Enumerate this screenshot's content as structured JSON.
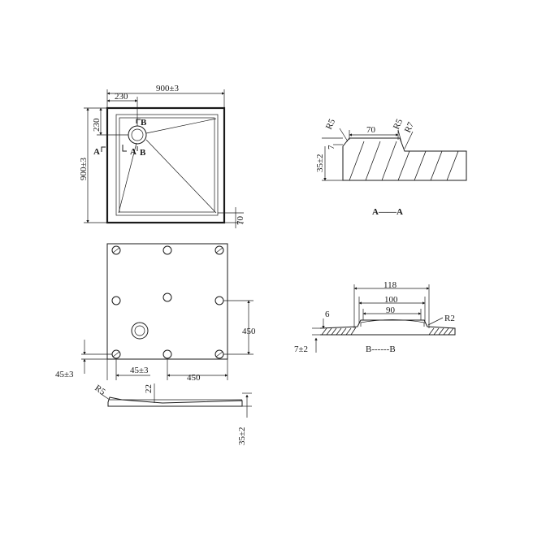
{
  "plan_view": {
    "overall_width": "900±3",
    "overall_height": "900±3",
    "drain_offset_x": "230",
    "drain_offset_y": "230",
    "rim_width": "70",
    "section_a_label": "A",
    "section_b_label": "B"
  },
  "underside_view": {
    "leg_spacing_vertical": "450",
    "leg_spacing_horizontal": "450",
    "edge_offset_x": "45±3",
    "edge_offset_y": "45±3"
  },
  "side_view": {
    "edge_radius": "R5",
    "depth": "22",
    "height": "35±2"
  },
  "section_aa": {
    "title": "A——A",
    "radius_left": "R5",
    "radius_mid": "R5",
    "radius_right": "R7",
    "rim_width": "70",
    "offset": "7",
    "height": "35±2"
  },
  "section_bb": {
    "title": "B------B",
    "width_outer": "118",
    "width_middle": "100",
    "width_inner": "90",
    "radius": "R2",
    "thickness": "6",
    "height": "7±2"
  }
}
